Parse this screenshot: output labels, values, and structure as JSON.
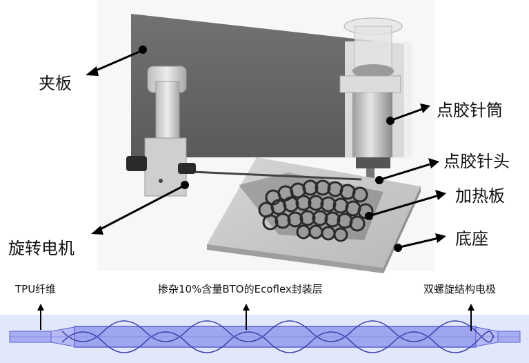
{
  "labels": {
    "clamp_plate": "夹板",
    "syringe": "点胶针筒",
    "needle": "点胶针头",
    "heating_plate": "加热板",
    "base": "底座",
    "motor": "旋转电机"
  },
  "fiber_labels": {
    "tpu": "TPU纤维",
    "coating": "掺杂10%含量BTO的Ecoflex封装层",
    "electrode": "双螺旋结构电极"
  },
  "colors": {
    "fiber_band": "#e2e8fb",
    "fiber_fill": "#9fa6f0",
    "fiber_stroke": "#5a5fd0",
    "arrow": "#000000"
  }
}
